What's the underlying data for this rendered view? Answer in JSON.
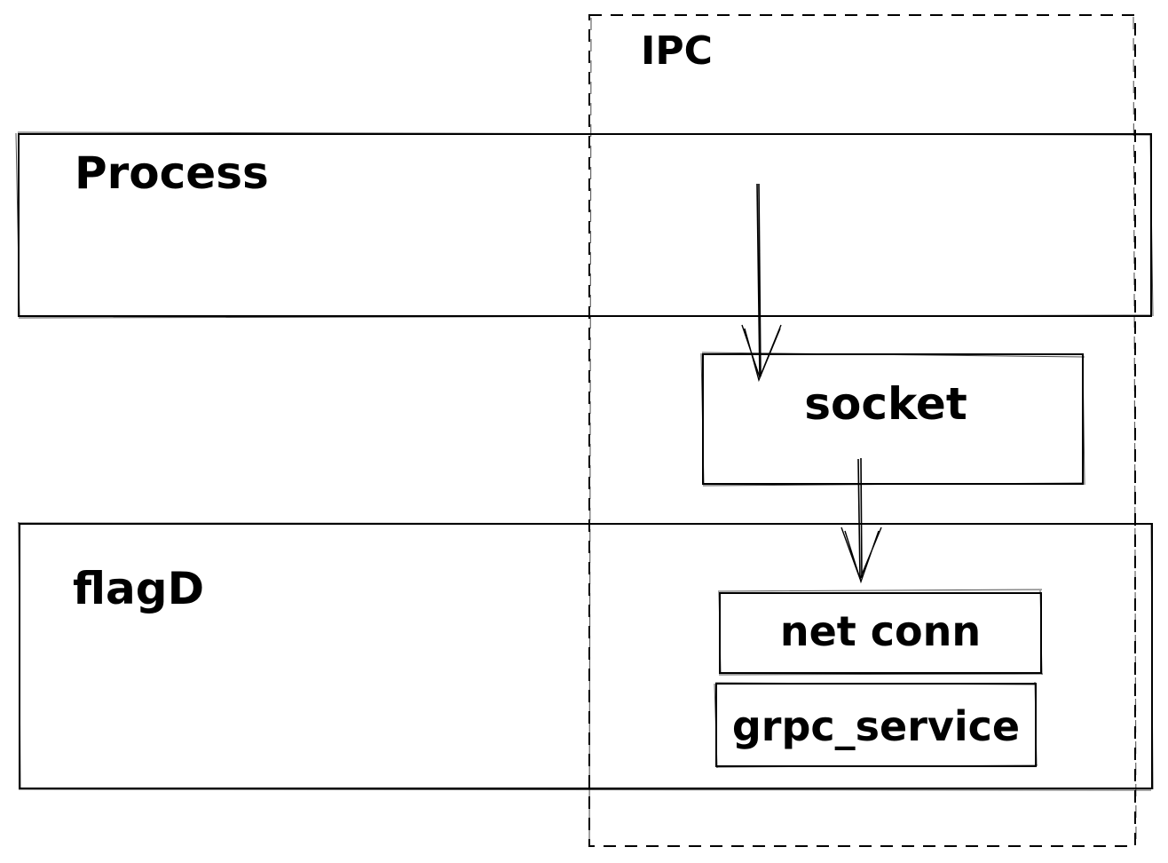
{
  "diagram": {
    "ipc_label": "IPC",
    "process_label": "Process",
    "flagd_label": "flagD",
    "socket_label": "socket",
    "net_conn_label": "net conn",
    "grpc_service_label": "grpc_service"
  },
  "colors": {
    "stroke": "#000000",
    "background": "#ffffff"
  }
}
